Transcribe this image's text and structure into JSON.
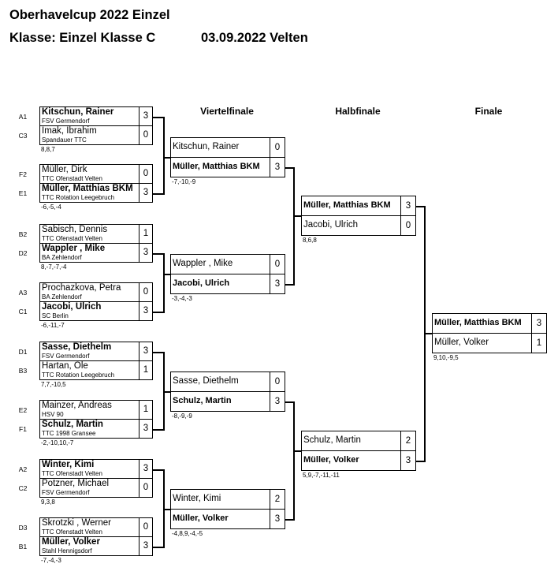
{
  "header": {
    "title": "Oberhavelcup 2022 Einzel",
    "class_label": "Klasse: Einzel Klasse C",
    "date_place": "03.09.2022 Velten"
  },
  "rounds": [
    "Viertelfinale",
    "Halbfinale",
    "Finale"
  ],
  "round1": [
    {
      "players": [
        {
          "seed": "A1",
          "name": "Kitschun, Rainer",
          "club": "FSV Germendorf",
          "score": "3",
          "winner": true
        },
        {
          "seed": "C3",
          "name": "Imak, Ibrahim",
          "club": "Spandauer TTC",
          "score": "0",
          "winner": false
        }
      ],
      "result": "8,8,7"
    },
    {
      "players": [
        {
          "seed": "F2",
          "name": "Müller, Dirk",
          "club": "TTC Ofenstadt Velten",
          "score": "0",
          "winner": false
        },
        {
          "seed": "E1",
          "name": "Müller, Matthias BKM",
          "club": "TTC Rotation Leegebruch",
          "score": "3",
          "winner": true
        }
      ],
      "result": "-6,-5,-4"
    },
    {
      "players": [
        {
          "seed": "B2",
          "name": "Sabisch, Dennis",
          "club": "TTC Ofenstadt Velten",
          "score": "1",
          "winner": false
        },
        {
          "seed": "D2",
          "name": "Wappler , Mike",
          "club": "BA Zehlendorf",
          "score": "3",
          "winner": true
        }
      ],
      "result": "8,-7,-7,-4"
    },
    {
      "players": [
        {
          "seed": "A3",
          "name": "Prochazkova, Petra",
          "club": "BA Zehlendorf",
          "score": "0",
          "winner": false
        },
        {
          "seed": "C1",
          "name": "Jacobi, Ulrich",
          "club": "SC Berlin",
          "score": "3",
          "winner": true
        }
      ],
      "result": "-6,-11,-7"
    },
    {
      "players": [
        {
          "seed": "D1",
          "name": "Sasse, Diethelm",
          "club": "FSV Germendorf",
          "score": "3",
          "winner": true
        },
        {
          "seed": "B3",
          "name": "Hartan, Ole",
          "club": "TTC Rotation Leegebruch",
          "score": "1",
          "winner": false
        }
      ],
      "result": "7,7,-10,5"
    },
    {
      "players": [
        {
          "seed": "E2",
          "name": "Mainzer, Andreas",
          "club": "HSV 90",
          "score": "1",
          "winner": false
        },
        {
          "seed": "F1",
          "name": "Schulz, Martin",
          "club": "TTC 1998 Gransee",
          "score": "3",
          "winner": true
        }
      ],
      "result": "-2,-10,10,-7"
    },
    {
      "players": [
        {
          "seed": "A2",
          "name": "Winter, Kimi",
          "club": "TTC Ofenstadt Velten",
          "score": "3",
          "winner": true
        },
        {
          "seed": "C2",
          "name": "Potzner, Michael",
          "club": "FSV Germendorf",
          "score": "0",
          "winner": false
        }
      ],
      "result": "9,3,8"
    },
    {
      "players": [
        {
          "seed": "D3",
          "name": "Skrotzki , Werner",
          "club": "TTC Ofenstadt Velten",
          "score": "0",
          "winner": false
        },
        {
          "seed": "B1",
          "name": "Müller, Volker",
          "club": "Stahl Hennigsdorf",
          "score": "3",
          "winner": true
        }
      ],
      "result": "-7,-4,-3"
    }
  ],
  "quarterfinals": [
    {
      "players": [
        {
          "name": "Kitschun, Rainer",
          "score": "0",
          "winner": false
        },
        {
          "name": "Müller, Matthias BKM",
          "score": "3",
          "winner": true
        }
      ],
      "result": "-7,-10,-9"
    },
    {
      "players": [
        {
          "name": "Wappler , Mike",
          "score": "0",
          "winner": false
        },
        {
          "name": "Jacobi, Ulrich",
          "score": "3",
          "winner": true
        }
      ],
      "result": "-3,-4,-3"
    },
    {
      "players": [
        {
          "name": "Sasse, Diethelm",
          "score": "0",
          "winner": false
        },
        {
          "name": "Schulz, Martin",
          "score": "3",
          "winner": true
        }
      ],
      "result": "-8,-9,-9"
    },
    {
      "players": [
        {
          "name": "Winter, Kimi",
          "score": "2",
          "winner": false
        },
        {
          "name": "Müller, Volker",
          "score": "3",
          "winner": true
        }
      ],
      "result": "-4,8,9,-4,-5"
    }
  ],
  "semifinals": [
    {
      "players": [
        {
          "name": "Müller, Matthias BKM",
          "score": "3",
          "winner": true
        },
        {
          "name": "Jacobi, Ulrich",
          "score": "0",
          "winner": false
        }
      ],
      "result": "8,6,8"
    },
    {
      "players": [
        {
          "name": "Schulz, Martin",
          "score": "2",
          "winner": false
        },
        {
          "name": "Müller, Volker",
          "score": "3",
          "winner": true
        }
      ],
      "result": "5,9,-7,-11,-11"
    }
  ],
  "final": {
    "players": [
      {
        "name": "Müller, Matthias BKM",
        "score": "3",
        "winner": true
      },
      {
        "name": "Müller, Volker",
        "score": "1",
        "winner": false
      }
    ],
    "result": "9,10,-9,5"
  }
}
